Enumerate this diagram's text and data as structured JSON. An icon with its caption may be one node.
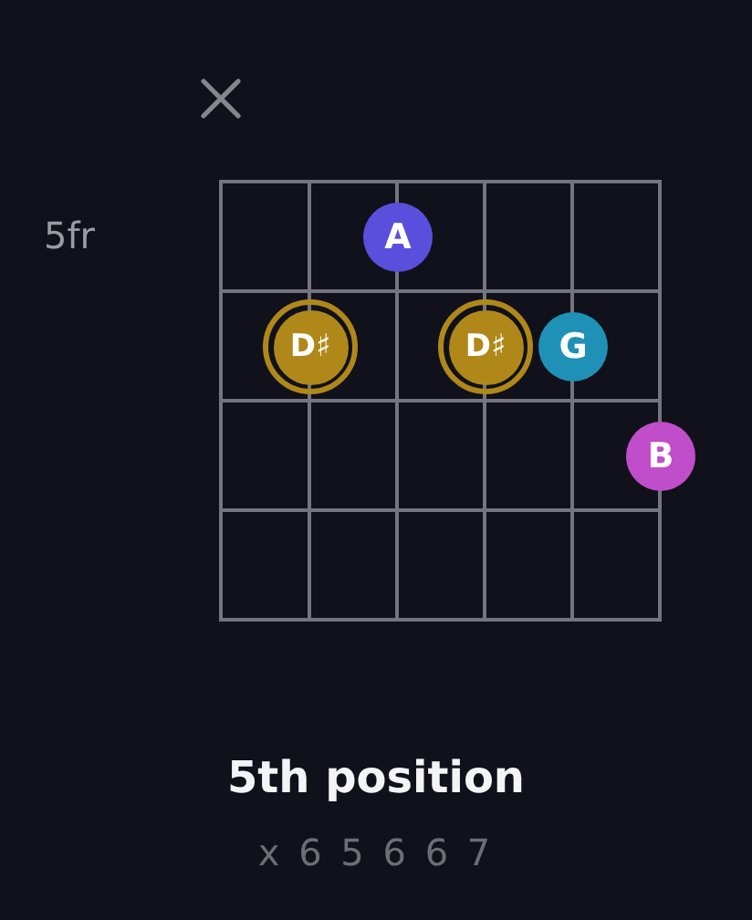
{
  "diagram": {
    "title": "5th position",
    "nodes": [
      {
        "text": [
          "A"
        ]
      },
      {
        "text": [
          "D♯"
        ]
      },
      {
        "text": [
          "D♯"
        ]
      },
      {
        "text": [
          "G"
        ]
      },
      {
        "text": [
          "B"
        ]
      }
    ],
    "labels": [
      "5fr"
    ],
    "caption": "x 6 5 6 6 7"
  }
}
